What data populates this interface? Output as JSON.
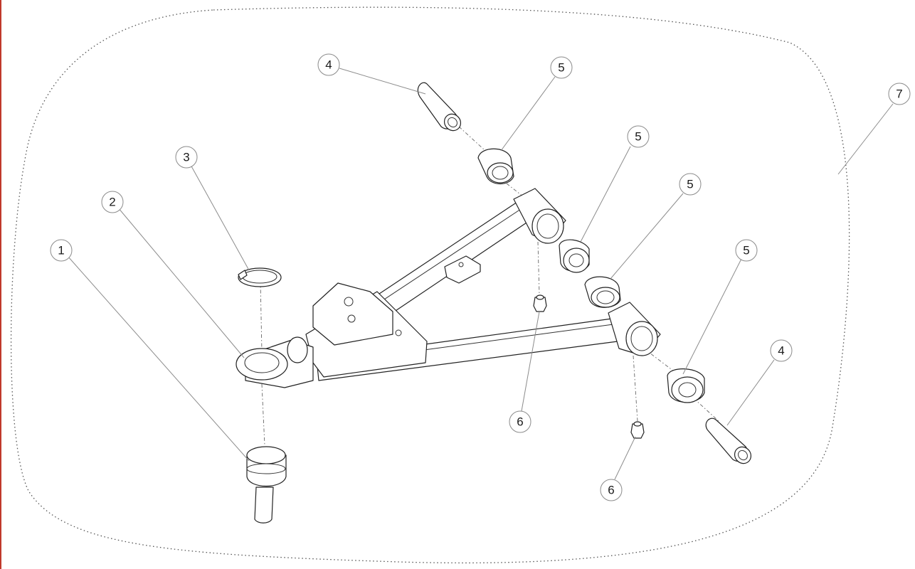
{
  "accent_edge_color": "#c0392b",
  "callouts": [
    {
      "label": "1"
    },
    {
      "label": "2"
    },
    {
      "label": "3"
    },
    {
      "label": "4"
    },
    {
      "label": "4"
    },
    {
      "label": "5"
    },
    {
      "label": "5"
    },
    {
      "label": "5"
    },
    {
      "label": "5"
    },
    {
      "label": "6"
    },
    {
      "label": "6"
    },
    {
      "label": "7"
    }
  ]
}
